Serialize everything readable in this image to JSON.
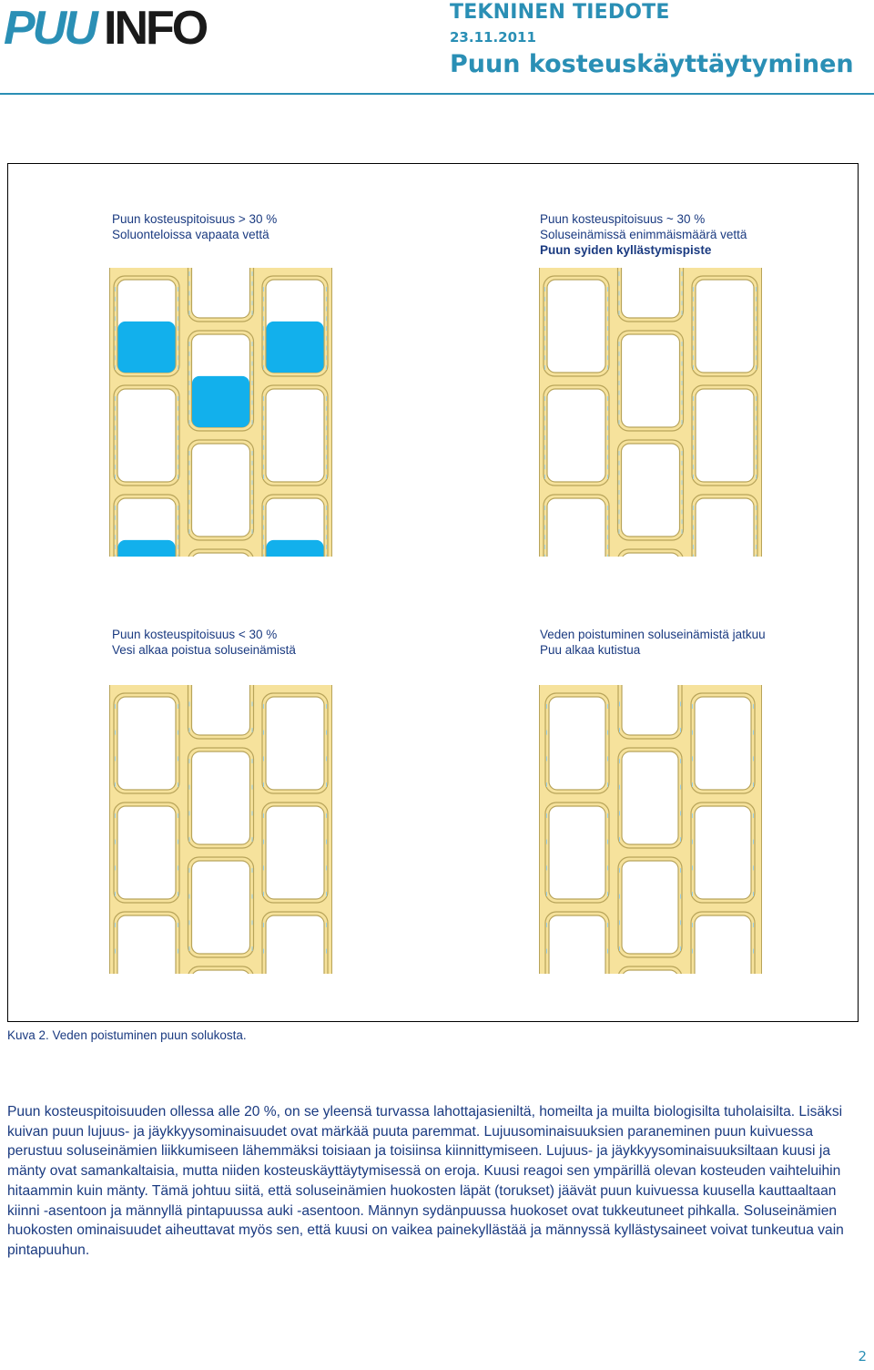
{
  "header": {
    "logo_text": "PUUINFO",
    "kind": "TEKNINEN TIEDOTE",
    "date": "23.11.2011",
    "title": "Puun kosteuskäyttäytyminen"
  },
  "figure": {
    "panels": [
      {
        "lines": [
          "Puun kosteuspitoisuus > 30 %",
          "Soluonteloissa vapaata vettä"
        ],
        "water": "lumen"
      },
      {
        "lines": [
          "Puun kosteuspitoisuus ~ 30 %",
          "Soluseinämissä enimmäismäärä vettä",
          "Puun syiden kyllästymispiste"
        ],
        "water": "walls-full"
      },
      {
        "lines": [
          "Puun kosteuspitoisuus < 30 %",
          "Vesi alkaa poistua soluseinämistä"
        ],
        "water": "walls-partial"
      },
      {
        "lines": [
          "Veden poistuminen soluseinämistä jatkuu",
          "Puu alkaa kutistua"
        ],
        "water": "shrinking"
      }
    ],
    "colors": {
      "wall": "#f6e29c",
      "wall_stroke": "#b8a45a",
      "water": "#12b0ec",
      "water_dash": "#9fd3e8"
    },
    "caption": "Kuva 2. Veden poistuminen puun solukosta."
  },
  "body_text": "Puun kosteuspitoisuuden ollessa alle 20 %, on se yleensä turvassa lahottajasieniltä, homeilta ja muilta biologisilta tuholaisilta. Lisäksi kuivan puun lujuus- ja jäykkyysominaisuudet ovat märkää puuta paremmat. Lujuusominaisuuksien paraneminen puun kuivuessa perustuu soluseinämien liikkumiseen lähemmäksi toisiaan ja toisiinsa kiinnittymiseen. Lujuus- ja jäykkyysominaisuuksiltaan kuusi ja mänty ovat samankaltaisia, mutta niiden kosteuskäyttäytymisessä on eroja. Kuusi reagoi sen ympärillä olevan kosteuden vaihteluihin hitaammin kuin mänty. Tämä johtuu siitä, että soluseinämien huokosten läpät (torukset) jäävät puun kuivuessa kuusella kauttaaltaan kiinni -asentoon ja männyllä pintapuussa auki -asentoon. Männyn sydänpuussa huokoset ovat tukkeutuneet pihkalla. Soluseinämien huokosten ominaisuudet aiheuttavat myös sen, että kuusi on vaikea painekyllästää ja männyssä kyllästysaineet voivat tunkeutua vain pintapuuhun.",
  "page_number": "2"
}
